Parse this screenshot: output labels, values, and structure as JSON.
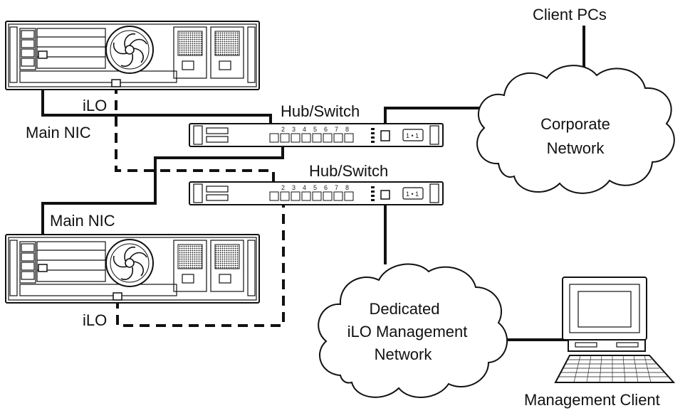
{
  "labels": {
    "client_pcs": "Client PCs",
    "hub_switch_top": "Hub/Switch",
    "hub_switch_bottom": "Hub/Switch",
    "main_nic_top": "Main NIC",
    "main_nic_bottom": "Main NIC",
    "ilo_top": "iLO",
    "ilo_bottom": "iLO",
    "management_client": "Management Client"
  },
  "clouds": {
    "corporate": [
      "Corporate",
      "Network"
    ],
    "management": [
      "Dedicated",
      "iLO Management",
      "Network"
    ]
  },
  "switch_ports": [
    "2",
    "3",
    "4",
    "5",
    "6",
    "7",
    "8"
  ],
  "power_label": "1 • 1"
}
